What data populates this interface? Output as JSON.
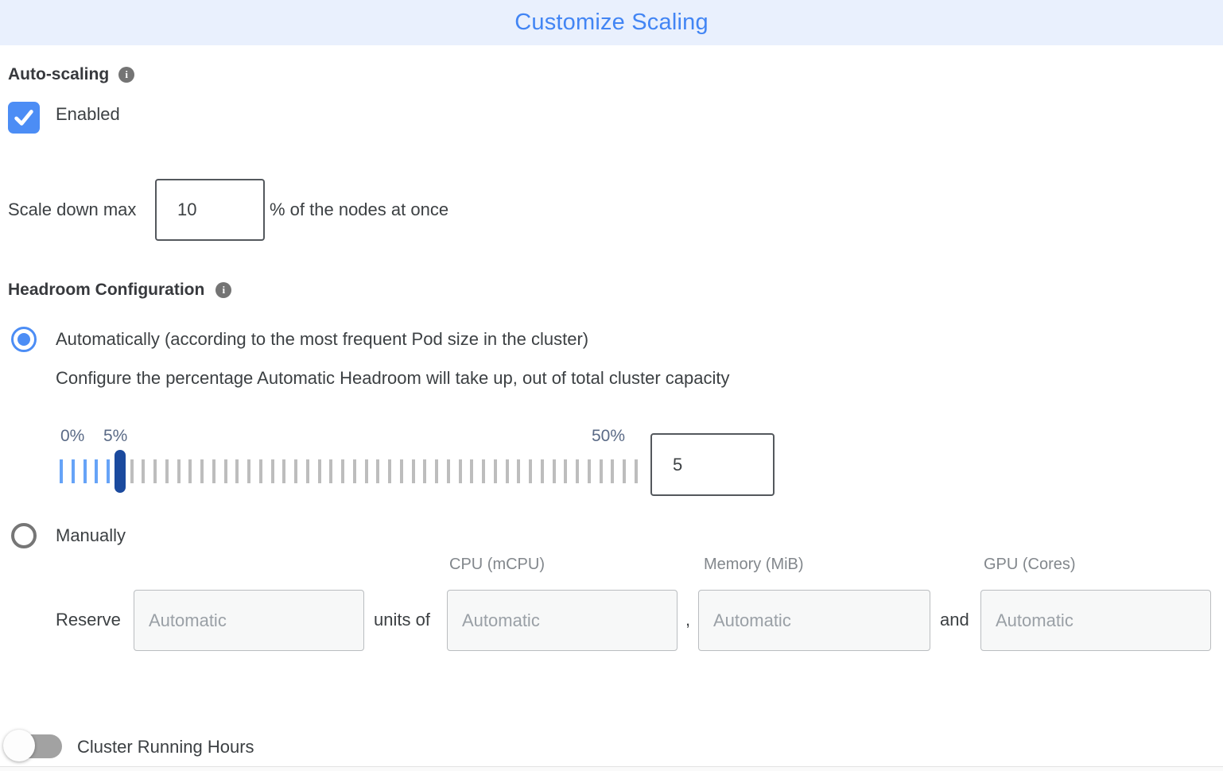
{
  "header": {
    "title": "Customize Scaling"
  },
  "auto_scaling": {
    "label": "Auto-scaling",
    "info_glyph": "i",
    "checkbox_checked": true,
    "enabled_label": "Enabled",
    "scale_down": {
      "prefix": "Scale down max",
      "value": "10",
      "suffix": "% of the nodes at once"
    }
  },
  "headroom": {
    "label": "Headroom Configuration",
    "info_glyph": "i",
    "auto_option_label": "Automatically (according to the most frequent Pod size in the cluster)",
    "auto_option_selected": true,
    "description": "Configure the percentage Automatic Headroom will take up, out of total cluster capacity",
    "slider": {
      "min_label": "0%",
      "current_label": "5%",
      "max_label": "50%",
      "value": "5",
      "tick_count": 50,
      "filled_ticks": 6,
      "handle_index": 5
    },
    "manual_option_label": "Manually",
    "manual_option_selected": false,
    "columns": [
      "CPU (mCPU)",
      "Memory (MiB)",
      "GPU (Cores)"
    ],
    "reserve": {
      "label": "Reserve",
      "units_of": "units of",
      "comma": ",",
      "and": "and",
      "placeholders": [
        "Automatic",
        "Automatic",
        "Automatic",
        "Automatic"
      ]
    }
  },
  "footer": {
    "toggle_label": "Cluster Running Hours",
    "toggle_on": false
  },
  "colors": {
    "header_bg": "#e9f0fd",
    "title_blue": "#4285f4",
    "accent_blue": "#4c8df5",
    "tick_filled": "#66a3f7",
    "tick_gray": "#bdbdbd",
    "handle_navy": "#1b4a9e",
    "label_slate": "#5a6a86",
    "muted_gray": "#82878c",
    "toggle_track": "#a2a2a2"
  }
}
